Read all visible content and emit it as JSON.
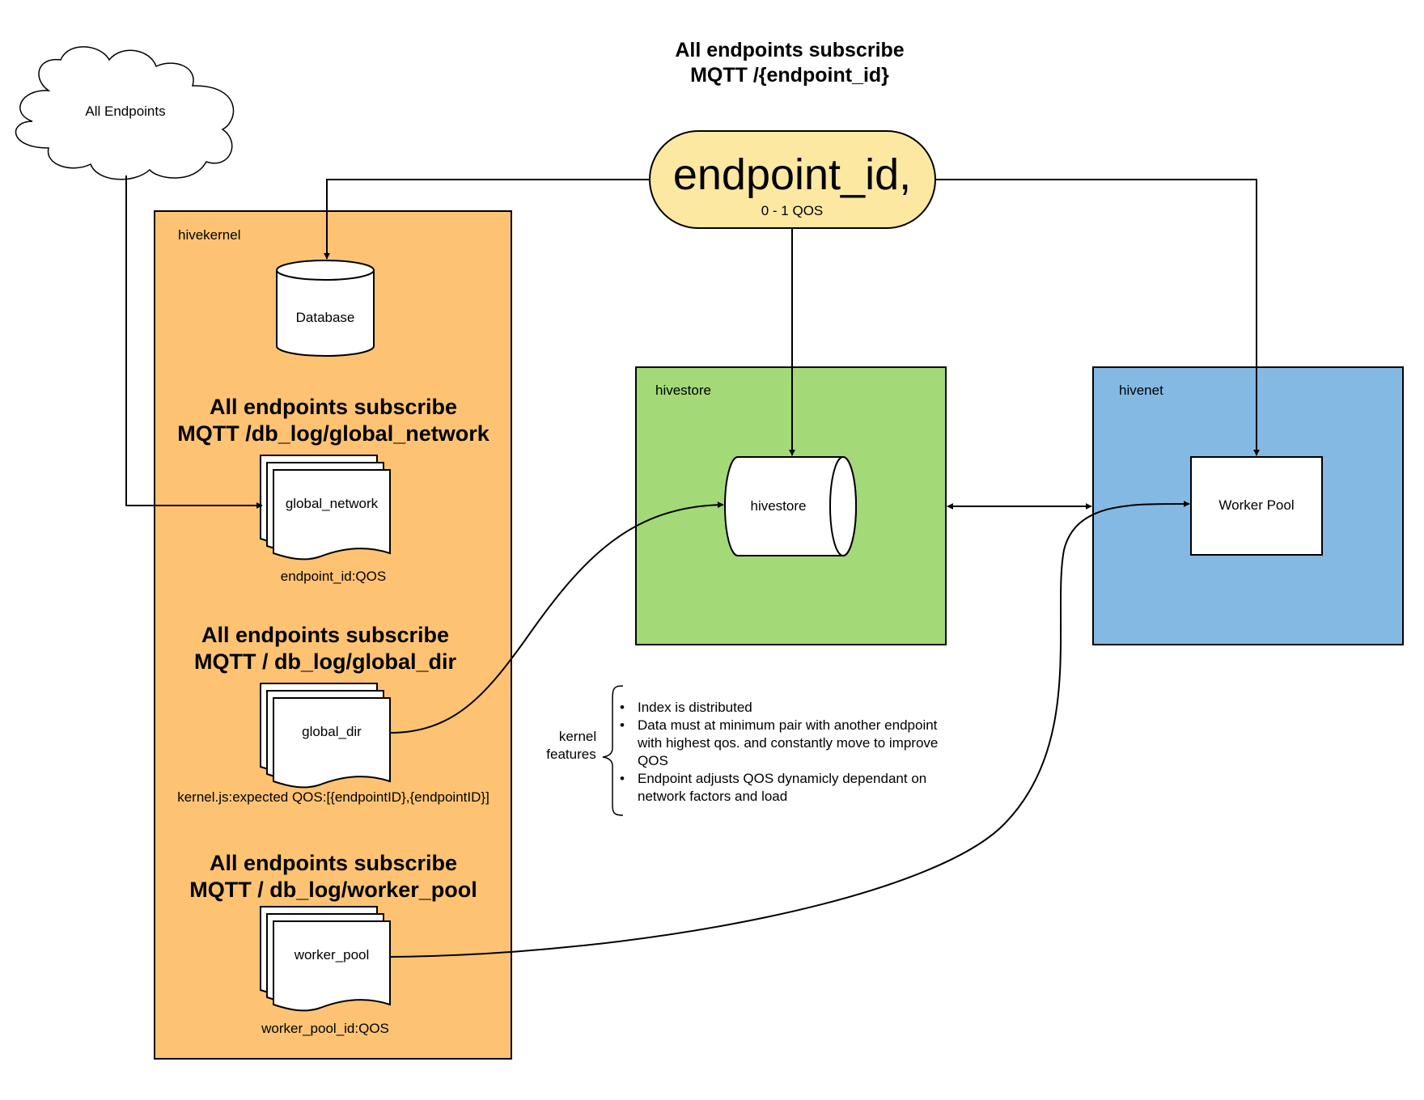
{
  "top_heading": {
    "line1": "All endpoints subscribe",
    "line2": "MQTT /{endpoint_id}"
  },
  "endpoint_pill": {
    "title": "endpoint_id,",
    "subtitle": "0 - 1 QOS"
  },
  "cloud": {
    "label": "All Endpoints"
  },
  "hivekernel": {
    "label": "hivekernel",
    "database_label": "Database",
    "sections": [
      {
        "heading1": "All endpoints subscribe",
        "heading2": "MQTT /db_log/global_network",
        "doc_label": "global_network",
        "caption": "endpoint_id:QOS"
      },
      {
        "heading1": "All endpoints subscribe",
        "heading2": "MQTT / db_log/global_dir",
        "doc_label": "global_dir",
        "caption": "kernel.js:expected QOS:[{endpointID},{endpointID}]"
      },
      {
        "heading1": "All endpoints subscribe",
        "heading2": "MQTT / db_log/worker_pool",
        "doc_label": "worker_pool",
        "caption": "worker_pool_id:QOS"
      }
    ]
  },
  "hivestore": {
    "label": "hivestore",
    "cylinder_label": "hivestore"
  },
  "hivenet": {
    "label": "hivenet",
    "worker_pool_label": "Worker Pool"
  },
  "kernel_features": {
    "label_line1": "kernel",
    "label_line2": "features",
    "bullets": [
      [
        "Index is distributed"
      ],
      [
        "Data must at minimum pair with another endpoint",
        "with highest qos. and constantly move to improve",
        "QOS"
      ],
      [
        "Endpoint adjusts QOS dynamicly dependant on",
        "network factors and load"
      ]
    ]
  },
  "colors": {
    "hivekernel_fill": "#FDC373",
    "hivestore_fill": "#A3D977",
    "hivenet_fill": "#84B9E3",
    "pill_fill": "#FDE8A2",
    "stroke": "#000000"
  }
}
